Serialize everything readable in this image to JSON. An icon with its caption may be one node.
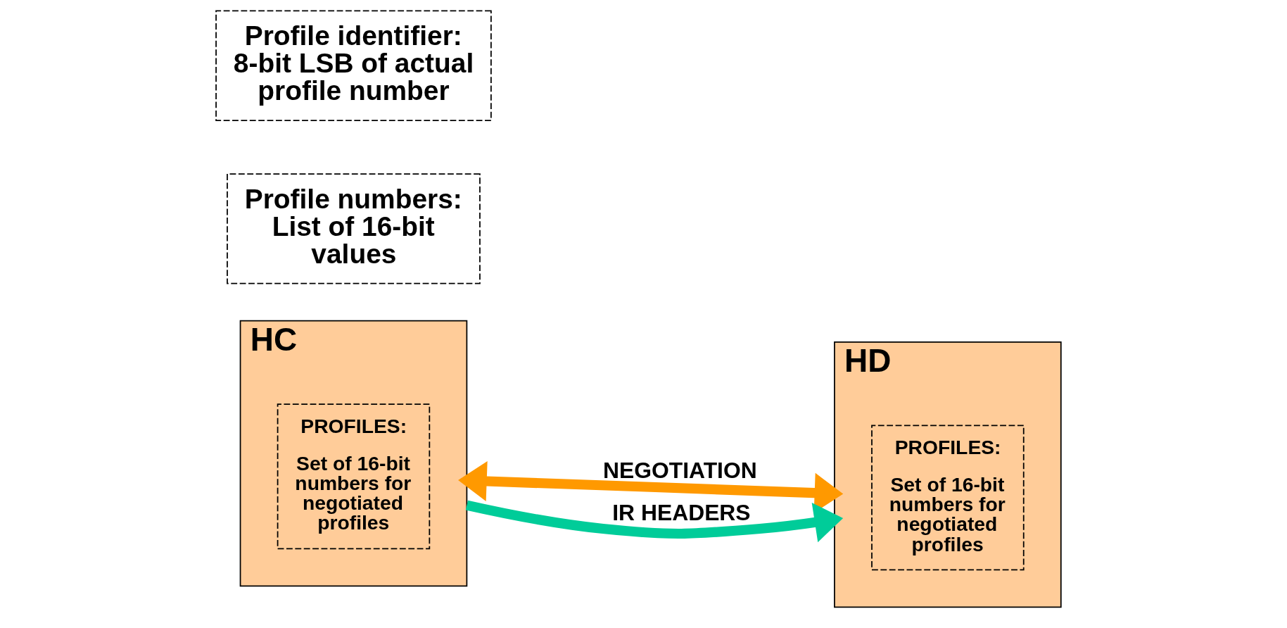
{
  "diagram": {
    "nodes": [
      {
        "text": [
          "HC"
        ]
      },
      {
        "text": [
          "PROFILES:",
          "Set of 16-bit numbers for negotiated profiles"
        ],
        "in": 0
      },
      {
        "text": [
          "HD"
        ]
      },
      {
        "text": [
          "PROFILES:",
          "Set of 16-bit numbers for negotiated profiles"
        ],
        "in": 2
      },
      {
        "text": [
          "Profile numbers: List of 16-bit values"
        ]
      },
      {
        "text": [
          "Profile identifier: 8-bit LSB of actual profile number"
        ]
      }
    ],
    "edges": [
      {
        "from": 0,
        "to": 2,
        "arrow": "both",
        "label": "NEGOTIATION",
        "color": "#ff9900"
      },
      {
        "from": 0,
        "to": 2,
        "arrow": "to",
        "label": "IR HEADERS",
        "color": "#00cc99"
      }
    ]
  }
}
